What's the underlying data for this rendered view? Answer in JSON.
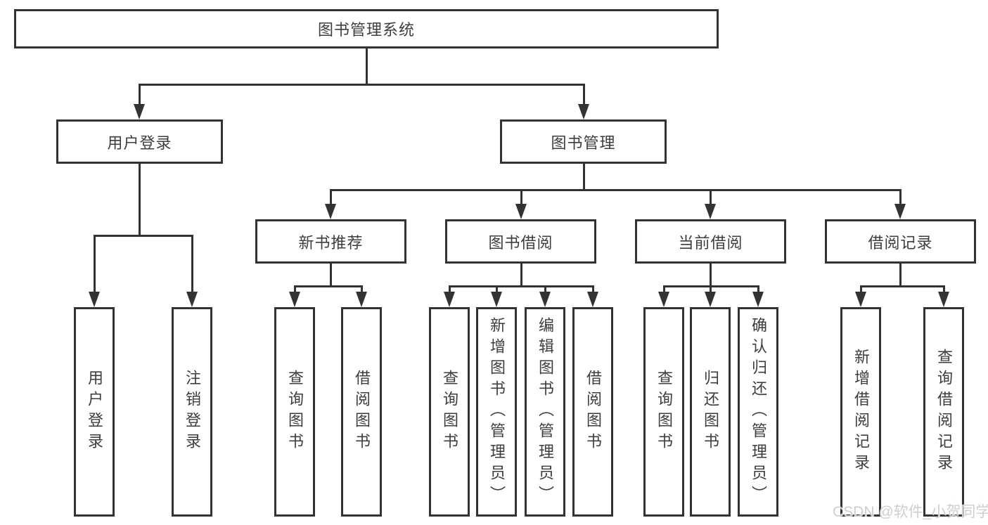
{
  "diagram": {
    "root": {
      "label": "图书管理系统"
    },
    "branches": [
      {
        "label": "用户登录",
        "leaves": [
          "用户登录",
          "注销登录"
        ]
      },
      {
        "label": "图书管理",
        "groups": [
          {
            "label": "新书推荐",
            "leaves": [
              "查询图书",
              "借阅图书"
            ]
          },
          {
            "label": "图书借阅",
            "leaves": [
              "查询图书",
              "新增图书（管理员）",
              "编辑图书（管理员）",
              "借阅图书"
            ]
          },
          {
            "label": "当前借阅",
            "leaves": [
              "查询图书",
              "归还图书",
              "确认归还（管理员）"
            ]
          },
          {
            "label": "借阅记录",
            "leaves": [
              "新增借阅记录",
              "查询借阅记录"
            ]
          }
        ]
      }
    ]
  },
  "watermark": {
    "text": "CSDN @软件_小贺同学"
  },
  "colors": {
    "line": "#333333",
    "text": "#3d3d3d",
    "box_background": "#ffffff",
    "page_background": "#ffffff",
    "watermark": "#cbd0d4"
  }
}
